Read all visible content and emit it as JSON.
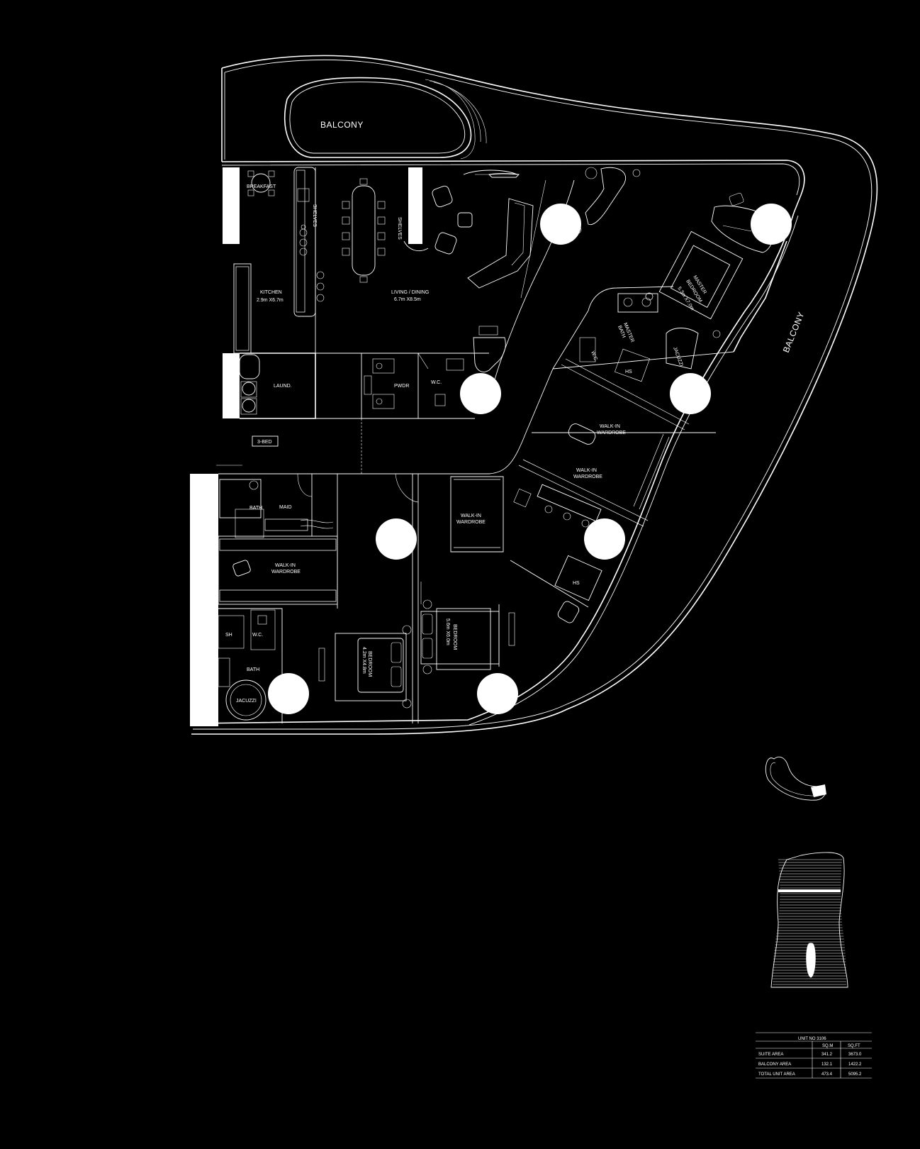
{
  "rooms": {
    "balcony_top": "BALCONY",
    "balcony_side": "BALCONY",
    "breakfast": "BREAKFAST",
    "shelves_kitchen": "SHELVES",
    "shelves_living": "SHELVES",
    "kitchen": "KITCHEN",
    "kitchen_dim": "2.9m X6.7m",
    "living": "LIVING / DINING",
    "living_dim": "6.7m X8.5m",
    "laundry": "LAUND.",
    "powder": "PWDR",
    "wc_powder": "W.C.",
    "master_bedroom": "MASTER",
    "master_bedroom_2": "BEDROOM",
    "master_dim": "5.3m X7.0m",
    "master_bath": "MASTER",
    "master_bath_2": "BATH",
    "wc_master": "W.C.",
    "hs_master": "HS",
    "jacuzzi_master": "JACUZZI",
    "walkin_1": "WALK-IN",
    "walkin_1b": "WARDROBE",
    "walkin_2": "WALK-IN",
    "walkin_2b": "WARDROBE",
    "walkin_3": "WALK-IN",
    "walkin_3b": "WARDROBE",
    "walkin_4": "WALK-IN",
    "walkin_4b": "WARDROBE",
    "hs_lower": "HS",
    "three_bed": "3-BED",
    "bath_maid": "BATH",
    "maid": "MAID",
    "sh": "SH",
    "wc_lower": "W.C.",
    "bath_lower": "BATH",
    "jacuzzi_lower": "JACUZZI",
    "bedroom_a": "BEDROOM",
    "bedroom_a_dim": "4.2m X4.8m",
    "bedroom_b": "BEDROOM",
    "bedroom_b_dim": "5.6m X6.0m"
  },
  "area_table": {
    "title": "UNIT NO 3106",
    "headers": [
      "",
      "SQ.M",
      "SQ.FT"
    ],
    "rows": [
      [
        "SUITE AREA",
        "341.2",
        "3673.0"
      ],
      [
        "BALCONY AREA",
        "132.1",
        "1422.2"
      ],
      [
        "TOTAL UNIT AREA",
        "473.4",
        "5095.2"
      ]
    ]
  }
}
